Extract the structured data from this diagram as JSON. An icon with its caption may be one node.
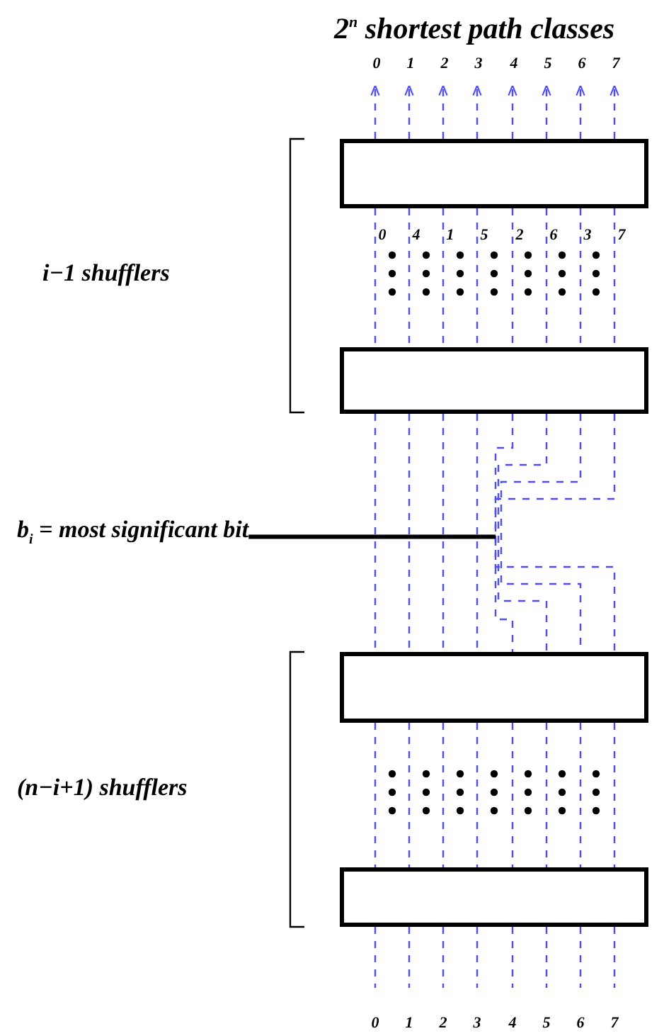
{
  "diagram": {
    "title": "2$^{n}$ shortest path classes",
    "nodes": [
      {
        "text": [],
        "shape": "box"
      },
      {
        "text": [],
        "shape": "box"
      },
      {
        "text": [],
        "shape": "box"
      },
      {
        "text": [],
        "shape": "box"
      },
      {
        "text": [
          "b$_{i}$ = most significant bit"
        ]
      },
      {
        "text": [
          "0"
        ]
      },
      {
        "text": [
          "1"
        ]
      },
      {
        "text": [
          "2"
        ]
      },
      {
        "text": [
          "3"
        ]
      },
      {
        "text": [
          "4"
        ]
      },
      {
        "text": [
          "5"
        ]
      },
      {
        "text": [
          "6"
        ]
      },
      {
        "text": [
          "7"
        ]
      },
      {
        "text": [
          "0"
        ]
      },
      {
        "text": [
          "1"
        ]
      },
      {
        "text": [
          "2"
        ]
      },
      {
        "text": [
          "3"
        ]
      },
      {
        "text": [
          "4"
        ]
      },
      {
        "text": [
          "5"
        ]
      },
      {
        "text": [
          "6"
        ]
      },
      {
        "text": [
          "7"
        ]
      }
    ],
    "edges": [
      {
        "from": 0,
        "to": 5,
        "arrow": "to",
        "style": "dashed"
      },
      {
        "from": 0,
        "to": 6,
        "arrow": "to",
        "style": "dashed"
      },
      {
        "from": 0,
        "to": 7,
        "arrow": "to",
        "style": "dashed"
      },
      {
        "from": 0,
        "to": 8,
        "arrow": "to",
        "style": "dashed"
      },
      {
        "from": 0,
        "to": 9,
        "arrow": "to",
        "style": "dashed"
      },
      {
        "from": 0,
        "to": 10,
        "arrow": "to",
        "style": "dashed"
      },
      {
        "from": 0,
        "to": 11,
        "arrow": "to",
        "style": "dashed"
      },
      {
        "from": 0,
        "to": 12,
        "arrow": "to",
        "style": "dashed"
      },
      {
        "from": 0,
        "to": 1,
        "arrow": "none",
        "style": "dashed"
      },
      {
        "from": 0,
        "to": 1,
        "arrow": "none",
        "style": "dashed"
      },
      {
        "from": 0,
        "to": 1,
        "arrow": "none",
        "style": "dashed"
      },
      {
        "from": 0,
        "to": 1,
        "arrow": "none",
        "style": "dashed"
      },
      {
        "from": 0,
        "to": 1,
        "arrow": "none",
        "style": "dashed"
      },
      {
        "from": 0,
        "to": 1,
        "arrow": "none",
        "style": "dashed"
      },
      {
        "from": 0,
        "to": 1,
        "arrow": "none",
        "style": "dashed"
      },
      {
        "from": 0,
        "to": 1,
        "arrow": "none",
        "style": "dashed"
      },
      {
        "from": 1,
        "to": 2,
        "arrow": "none",
        "style": "dashed"
      },
      {
        "from": 1,
        "to": 2,
        "arrow": "none",
        "style": "dashed"
      },
      {
        "from": 1,
        "to": 2,
        "arrow": "none",
        "style": "dashed"
      },
      {
        "from": 1,
        "to": 2,
        "arrow": "none",
        "style": "dashed"
      },
      {
        "from": 1,
        "to": 2,
        "arrow": "none",
        "style": "dashed"
      },
      {
        "from": 1,
        "to": 2,
        "arrow": "none",
        "style": "dashed"
      },
      {
        "from": 1,
        "to": 2,
        "arrow": "none",
        "style": "dashed"
      },
      {
        "from": 1,
        "to": 2,
        "arrow": "none",
        "style": "dashed"
      },
      {
        "from": 2,
        "to": 3,
        "arrow": "none",
        "style": "dashed"
      },
      {
        "from": 2,
        "to": 3,
        "arrow": "none",
        "style": "dashed"
      },
      {
        "from": 2,
        "to": 3,
        "arrow": "none",
        "style": "dashed"
      },
      {
        "from": 2,
        "to": 3,
        "arrow": "none",
        "style": "dashed"
      },
      {
        "from": 2,
        "to": 3,
        "arrow": "none",
        "style": "dashed"
      },
      {
        "from": 2,
        "to": 3,
        "arrow": "none",
        "style": "dashed"
      },
      {
        "from": 2,
        "to": 3,
        "arrow": "none",
        "style": "dashed"
      },
      {
        "from": 2,
        "to": 3,
        "arrow": "none",
        "style": "dashed"
      },
      {
        "from": 3,
        "to": 13,
        "arrow": "none",
        "style": "dashed"
      },
      {
        "from": 3,
        "to": 14,
        "arrow": "none",
        "style": "dashed"
      },
      {
        "from": 3,
        "to": 15,
        "arrow": "none",
        "style": "dashed"
      },
      {
        "from": 3,
        "to": 16,
        "arrow": "none",
        "style": "dashed"
      },
      {
        "from": 3,
        "to": 17,
        "arrow": "none",
        "style": "dashed"
      },
      {
        "from": 3,
        "to": 18,
        "arrow": "none",
        "style": "dashed"
      },
      {
        "from": 3,
        "to": 19,
        "arrow": "none",
        "style": "dashed"
      },
      {
        "from": 3,
        "to": 20,
        "arrow": "none",
        "style": "dashed"
      },
      {
        "from": 4,
        "to": null,
        "arrow": "none",
        "style": "thick",
        "color": "#000000"
      }
    ],
    "labels": [
      "0",
      "4",
      "1",
      "5",
      "2",
      "6",
      "3",
      "7",
      "i−1 shufflers",
      "(n−i+1) shufflers"
    ]
  }
}
